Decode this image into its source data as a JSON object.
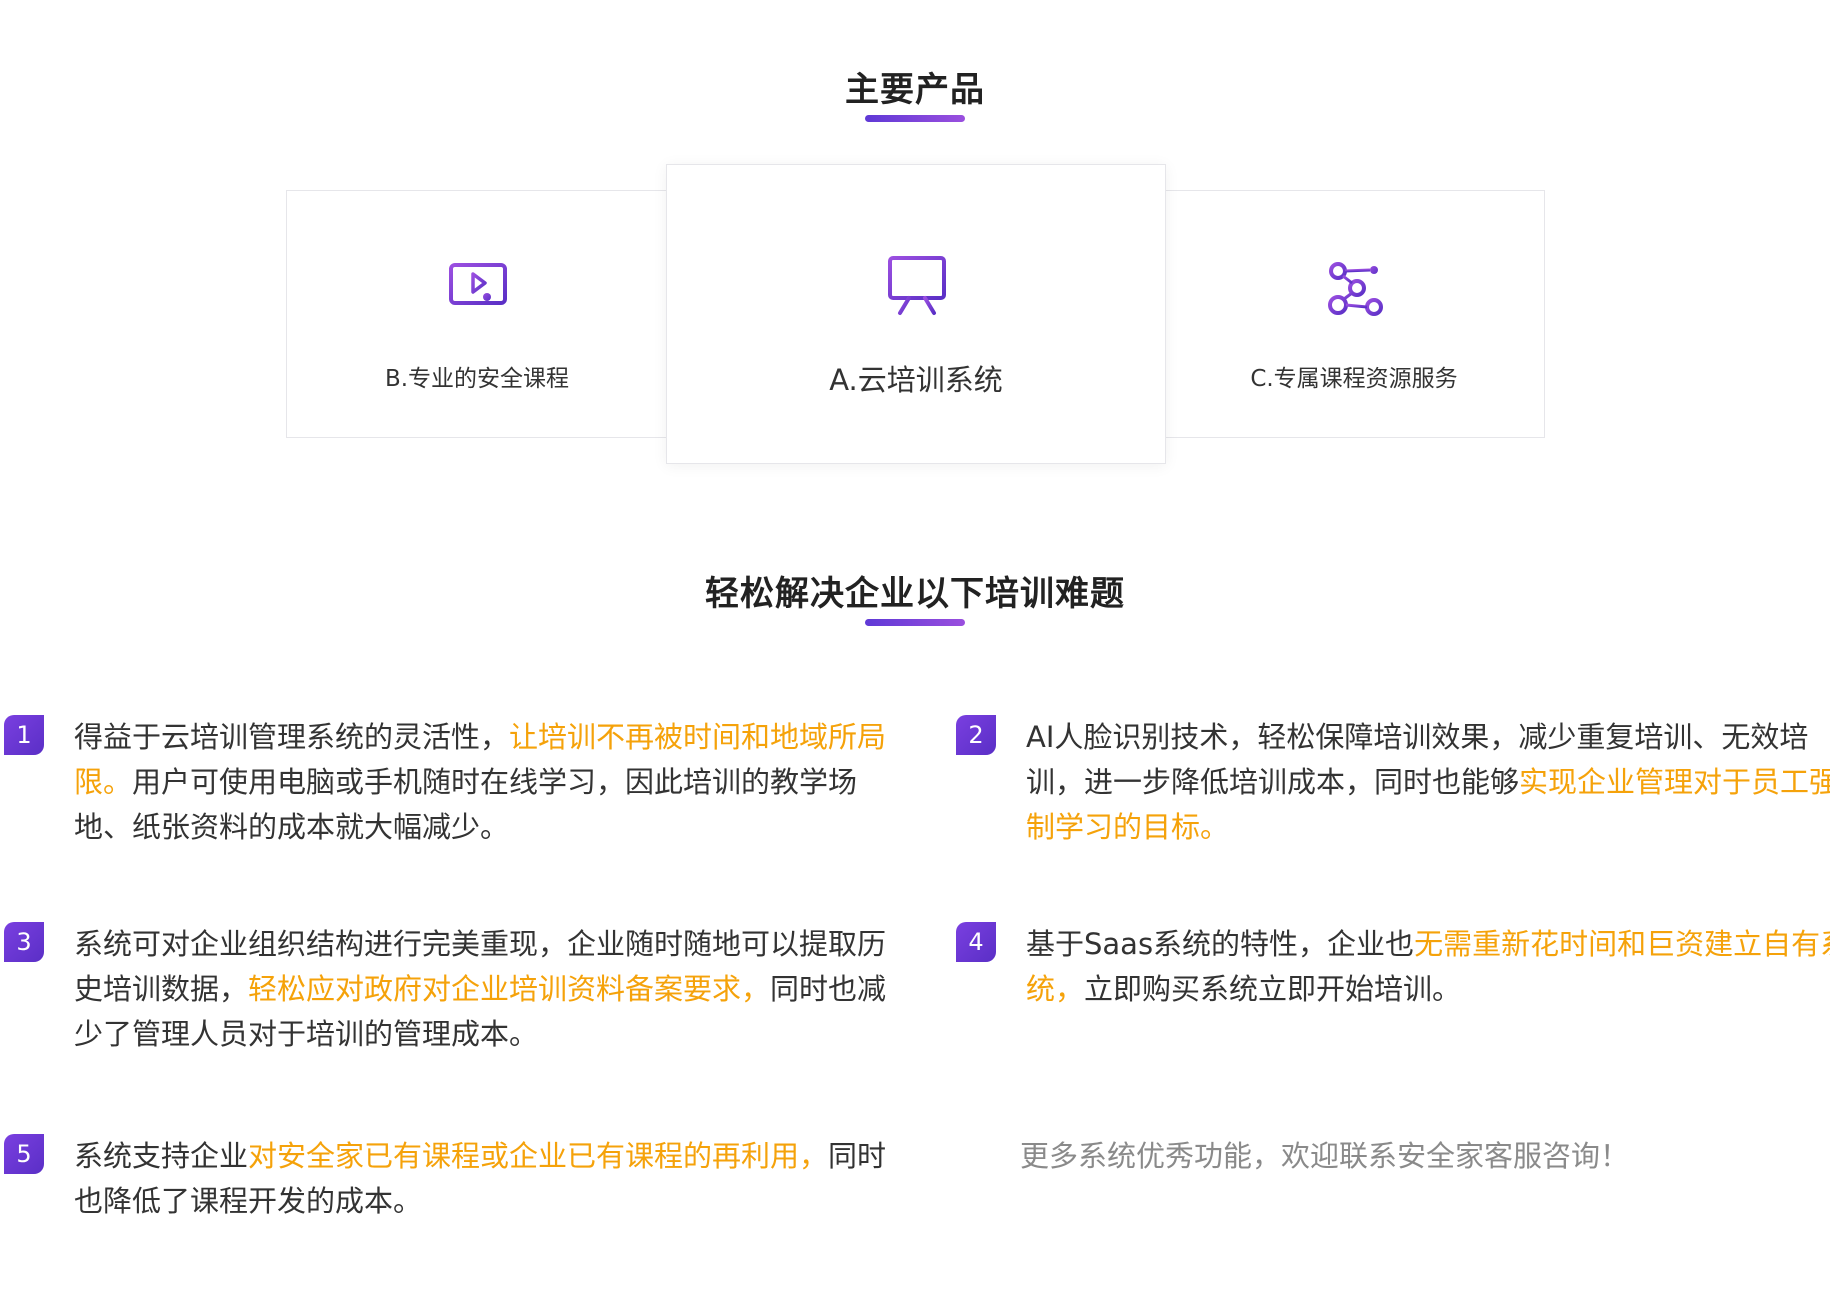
{
  "products": {
    "title": "主要产品",
    "cards": {
      "left": {
        "label": "B.专业的安全课程",
        "icon": "video-lesson-icon"
      },
      "center": {
        "label": "A.云培训系统",
        "icon": "presentation-board-icon"
      },
      "right": {
        "label": "C.专属课程资源服务",
        "icon": "network-nodes-icon"
      }
    }
  },
  "solutions": {
    "title": "轻松解决企业以下培训难题",
    "features": [
      {
        "number": "1",
        "lines": [
          [
            {
              "t": "得益于云培训管理系统的灵活性，"
            },
            {
              "t": "让培训不再被时间和地域所局",
              "hl": true
            }
          ],
          [
            {
              "t": "限。",
              "hl": true
            },
            {
              "t": "用户可使用电脑或手机随时在线学习，因此培训的教学场"
            }
          ],
          [
            {
              "t": "地、纸张资料的成本就大幅减少。"
            }
          ]
        ]
      },
      {
        "number": "2",
        "lines": [
          [
            {
              "t": "AI人脸识别技术，轻松保障培训效果，减少重复培训、无效培"
            }
          ],
          [
            {
              "t": "训，进一步降低培训成本，同时也能够"
            },
            {
              "t": "实现企业管理对于员工强",
              "hl": true
            }
          ],
          [
            {
              "t": "制学习的目标。",
              "hl": true
            }
          ]
        ]
      },
      {
        "number": "3",
        "lines": [
          [
            {
              "t": "系统可对企业组织结构进行完美重现，企业随时随地可以提取历"
            }
          ],
          [
            {
              "t": "史培训数据，"
            },
            {
              "t": "轻松应对政府对企业培训资料备案要求，",
              "hl": true
            },
            {
              "t": "同时也减"
            }
          ],
          [
            {
              "t": "少了管理人员对于培训的管理成本。"
            }
          ]
        ]
      },
      {
        "number": "4",
        "lines": [
          [
            {
              "t": "基于Saas系统的特性，企业也"
            },
            {
              "t": "无需重新花时间和巨资建立自有系",
              "hl": true
            }
          ],
          [
            {
              "t": "统，",
              "hl": true
            },
            {
              "t": "立即购买系统立即开始培训。"
            }
          ]
        ]
      },
      {
        "number": "5",
        "lines": [
          [
            {
              "t": "系统支持企业"
            },
            {
              "t": "对安全家已有课程或企业已有课程的再利用，",
              "hl": true
            },
            {
              "t": "同时"
            }
          ],
          [
            {
              "t": "也降低了课程开发的成本。"
            }
          ]
        ]
      }
    ],
    "note": "更多系统优秀功能，欢迎联系安全家客服咨询！"
  },
  "colors": {
    "accent_purple": "#6a3ddb",
    "highlight_orange": "#f5a20a",
    "text_dark": "#333333",
    "text_gray": "#8a8a8a"
  }
}
